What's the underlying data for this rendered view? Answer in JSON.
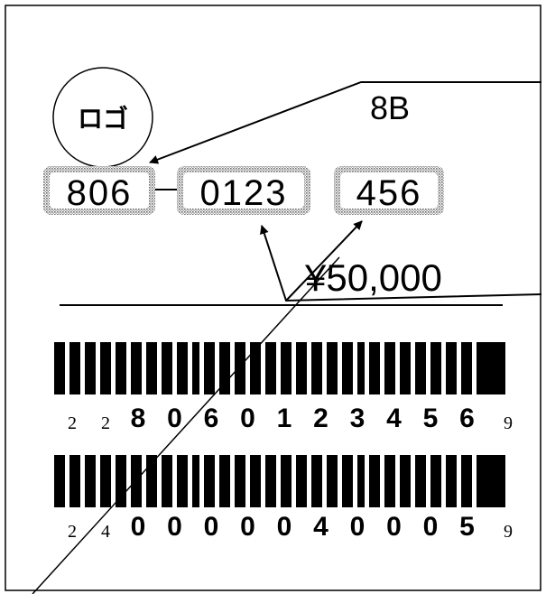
{
  "logo": {
    "text": "ロゴ"
  },
  "callout_top": {
    "label": "8B"
  },
  "code_boxes": [
    {
      "value": "806"
    },
    {
      "value": "0123"
    },
    {
      "value": "456"
    }
  ],
  "callout_bottom": {
    "label": "¥50,000"
  },
  "barcodes": [
    {
      "prefix": [
        "2",
        "2"
      ],
      "digits": [
        "8",
        "0",
        "6",
        "0",
        "1",
        "2",
        "3",
        "4",
        "5",
        "6"
      ],
      "check": "9"
    },
    {
      "prefix": [
        "2",
        "4"
      ],
      "digits": [
        "0",
        "0",
        "0",
        "0",
        "0",
        "4",
        "0",
        "0",
        "0",
        "5"
      ],
      "check": "9"
    }
  ]
}
